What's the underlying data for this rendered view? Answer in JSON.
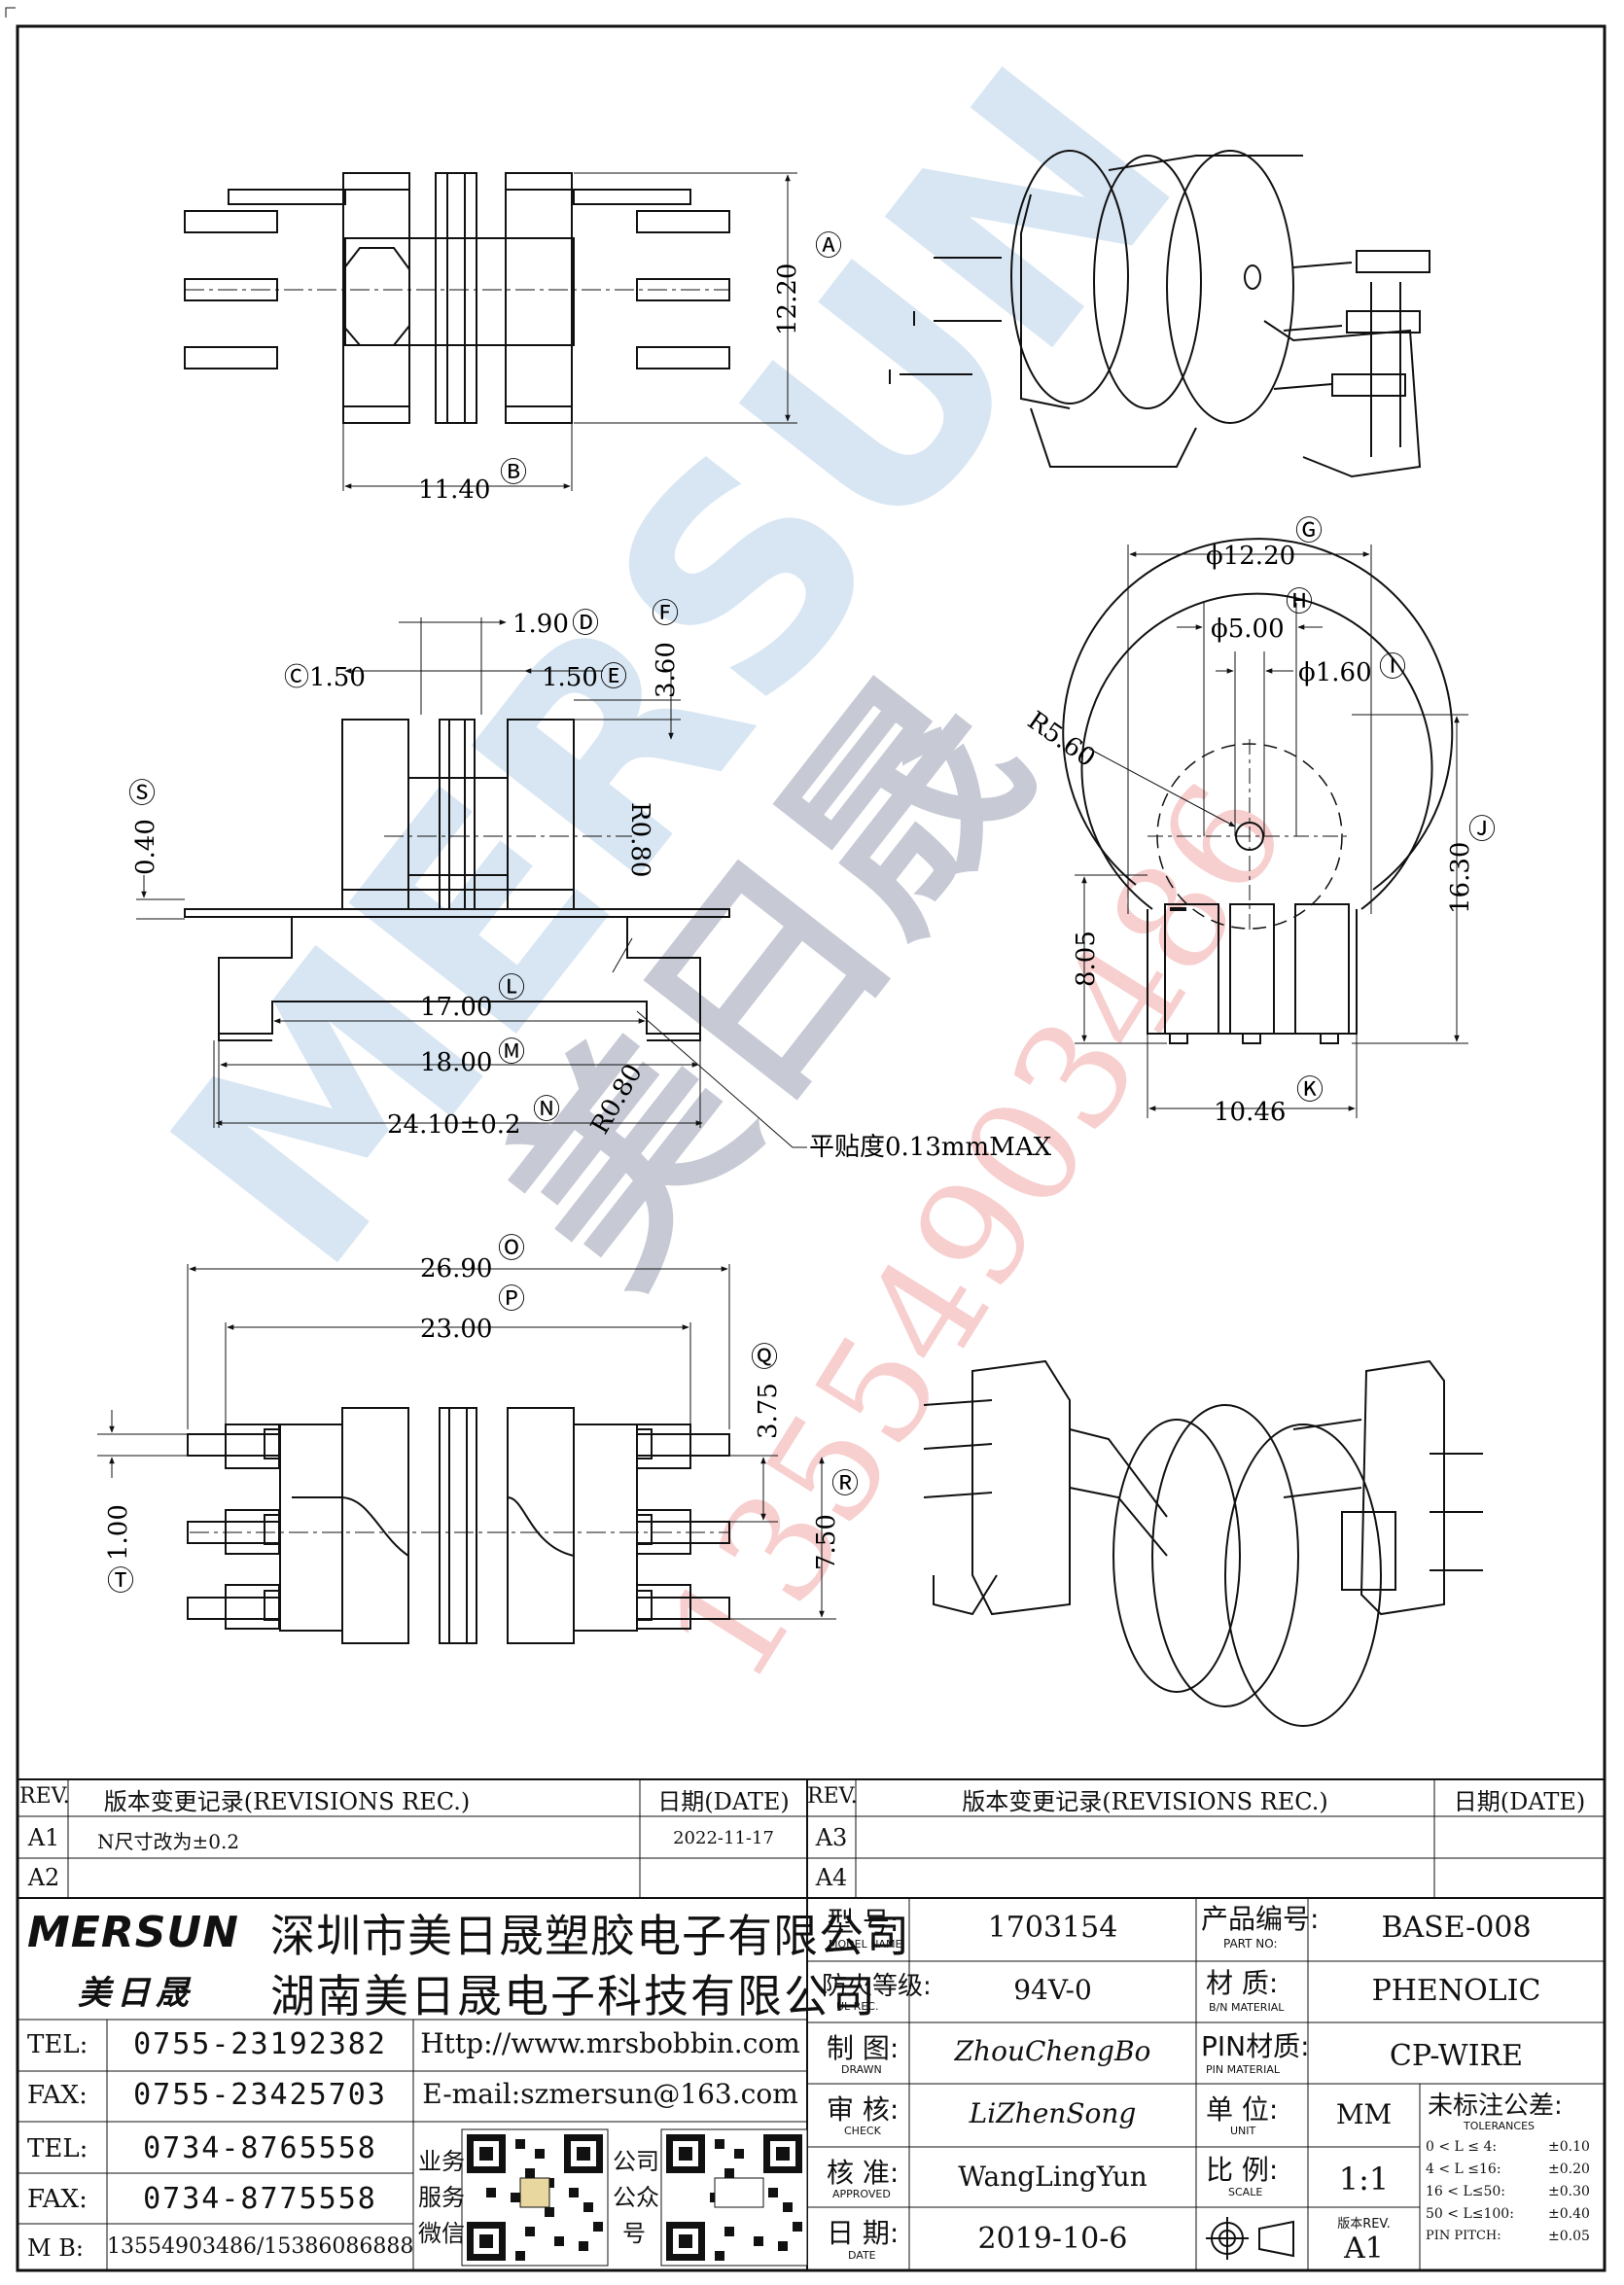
{
  "dims": {
    "A": "12.20",
    "A_tag": "Ⓐ",
    "B": "11.40",
    "B_tag": "Ⓑ",
    "C": "Ⓒ1.50",
    "D": "1.90",
    "D_tag": "Ⓓ",
    "E": "1.50",
    "E_tag": "Ⓔ",
    "F": "3.60",
    "F_tag": "Ⓕ",
    "G": "ϕ12.20",
    "G_tag": "Ⓖ",
    "H": "ϕ5.00",
    "H_tag": "Ⓗ",
    "I": "ϕ1.60",
    "I_tag": "Ⓘ",
    "J": "16.30",
    "J_tag": "Ⓙ",
    "K": "10.46",
    "K_tag": "Ⓚ",
    "L": "17.00",
    "L_tag": "Ⓛ",
    "M": "18.00",
    "M_tag": "Ⓜ",
    "N": "24.10±0.2",
    "N_tag": "Ⓝ",
    "O": "26.90",
    "O_tag": "Ⓞ",
    "P": "23.00",
    "P_tag": "Ⓟ",
    "Q": "3.75",
    "Q_tag": "Ⓠ",
    "R": "7.50",
    "R_tag": "Ⓡ",
    "S": "0.40",
    "S_tag": "Ⓢ",
    "T": "1.00",
    "T_tag": "Ⓣ",
    "R080a": "R0.80",
    "R080b": "R0.80",
    "R560": "R5.60",
    "d805": "8.05",
    "flatness": "平贴度0.13mmMAX"
  },
  "watermark": {
    "brand": "MERSUN",
    "chinese": "美日晟",
    "phone": "13554903486"
  },
  "rev_left": {
    "header": [
      "REV.",
      "版本变更记录(REVISIONS REC.)",
      "日期(DATE)"
    ],
    "rows": [
      {
        "rev": "A1",
        "desc": "N尺寸改为±0.2",
        "date": "2022-11-17"
      },
      {
        "rev": "A2",
        "desc": "",
        "date": ""
      }
    ]
  },
  "rev_right": {
    "header": [
      "REV.",
      "版本变更记录(REVISIONS REC.)",
      "日期(DATE)"
    ],
    "rows": [
      {
        "rev": "A3",
        "desc": "",
        "date": ""
      },
      {
        "rev": "A4",
        "desc": "",
        "date": ""
      }
    ]
  },
  "company": {
    "logo": "MERSUN",
    "logo_cn": "美日晟",
    "name1": "深圳市美日晟塑胶电子有限公司",
    "name2": "湖南美日晟电子科技有限公司",
    "tel1_label": "TEL:",
    "tel1": "0755-23192382",
    "fax1_label": "FAX:",
    "fax1": "0755-23425703",
    "http": "Http://www.mrsbobbin.com",
    "email": "E-mail:szmersun@163.com",
    "tel2_label": "TEL:",
    "tel2": "0734-8765558",
    "fax2_label": "FAX:",
    "fax2": "0734-8775558",
    "mb_label": "M B:",
    "mb": "13554903486/15386086888",
    "qr1_label": [
      "业务",
      "服务",
      "微信"
    ],
    "qr2_label": [
      "公司",
      "公众",
      "号"
    ]
  },
  "titleblock": {
    "model_label": "型  号:",
    "model_sub": "MODEL NAME",
    "model": "1703154",
    "part_label": "产品编号:",
    "part_sub": "PART NO:",
    "part": "BASE-008",
    "ul_label": "防火等级:",
    "ul_sub": "UL REC.",
    "ul": "94V-0",
    "mat_label": "材  质:",
    "mat_sub": "B/N MATERIAL",
    "mat": "PHENOLIC",
    "drawn_label": "制  图:",
    "drawn_sub": "DRAWN",
    "drawn": "ZhouChengBo",
    "pinmat_label": "PIN材质:",
    "pinmat_sub": "PIN MATERIAL",
    "pinmat": "CP-WIRE",
    "check_label": "审  核:",
    "check_sub": "CHECK",
    "check": "LiZhenSong",
    "unit_label": "单  位:",
    "unit_sub": "UNIT",
    "unit": "MM",
    "tol_label": "未标注公差:",
    "tol_sub": "TOLERANCES",
    "tol_rows": [
      {
        "range": "0 < L ≤  4:",
        "val": "±0.10"
      },
      {
        "range": "4 < L ≤16:",
        "val": "±0.20"
      },
      {
        "range": "16 < L≤50:",
        "val": "±0.30"
      },
      {
        "range": "50 < L≤100:",
        "val": "±0.40"
      },
      {
        "range": "PIN PITCH:",
        "val": "±0.05"
      }
    ],
    "approved_label": "核  准:",
    "approved_sub": "APPROVED",
    "approved": "WangLingYun",
    "scale_label": "比  例:",
    "scale_sub": "SCALE",
    "scale": "1:1",
    "date_label": "日  期:",
    "date_sub": "DATE",
    "date": "2019-10-6",
    "ver_label": "版本REV.",
    "ver": "A1"
  }
}
